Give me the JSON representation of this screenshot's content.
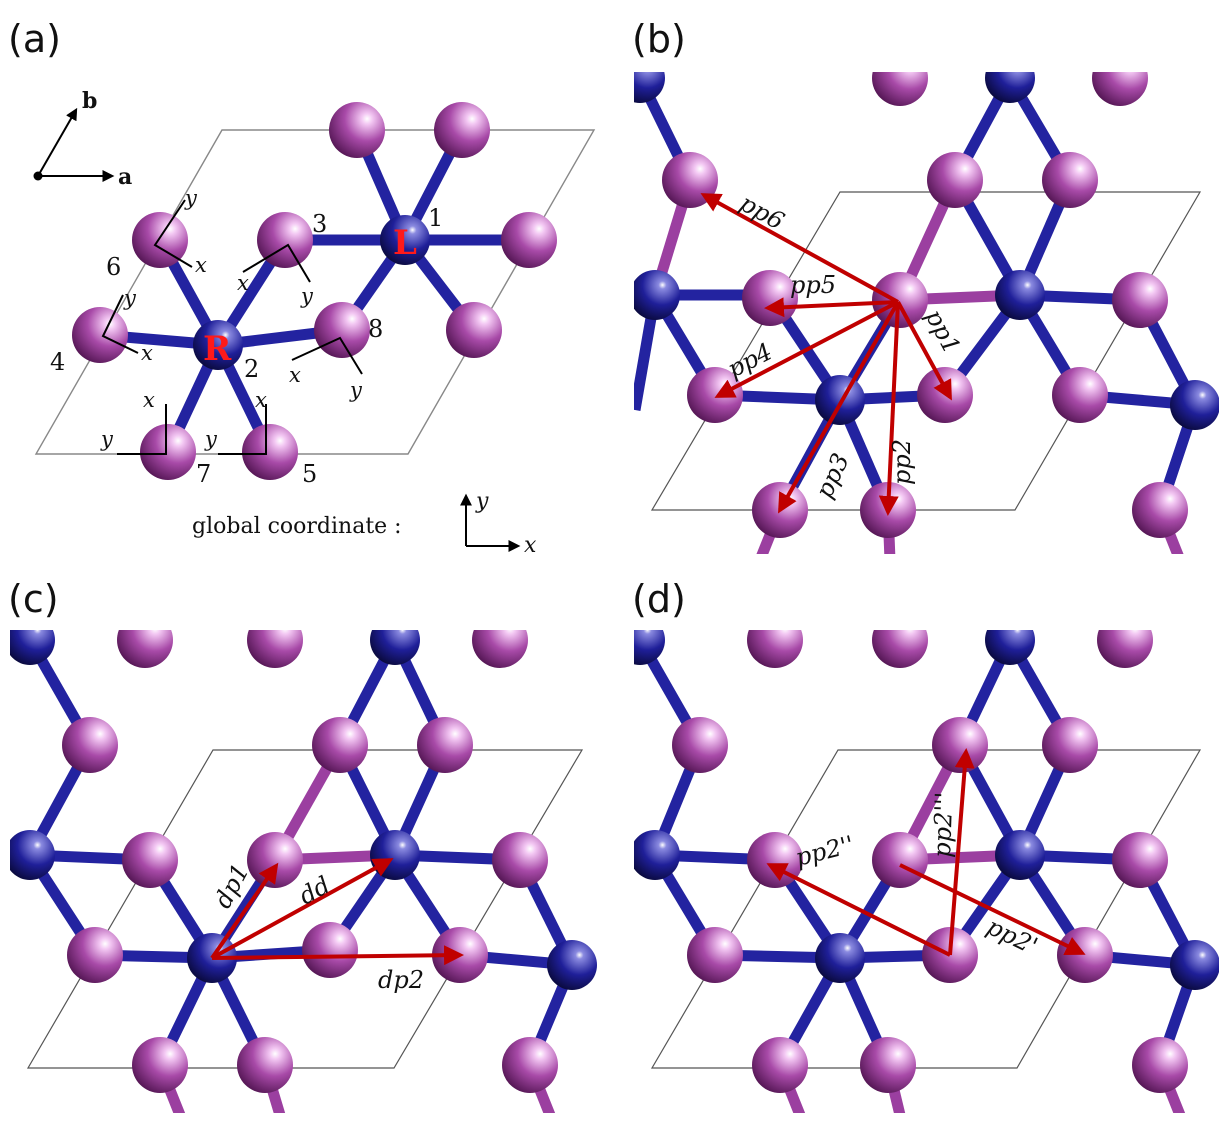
{
  "panels": {
    "a": {
      "label": "(a)",
      "lattice": {
        "a": "a",
        "b": "b"
      },
      "sites": {
        "L": "L",
        "R": "R"
      },
      "ligand_numbers": [
        "1",
        "2",
        "3",
        "4",
        "5",
        "6",
        "7",
        "8"
      ],
      "axis_x": "x",
      "axis_y": "y",
      "global_label": "global coordinate :",
      "global_x": "x",
      "global_y": "y"
    },
    "b": {
      "label": "(b)",
      "bonds": [
        "pp1",
        "pp2",
        "pp3",
        "pp4",
        "pp5",
        "pp6"
      ]
    },
    "c": {
      "label": "(c)",
      "bonds": [
        "dp1",
        "dd",
        "dp2"
      ]
    },
    "d": {
      "label": "(d)",
      "bonds": [
        "pp2'",
        "pp2''",
        "pp2'''"
      ]
    }
  },
  "colors": {
    "metal": "#1c1c8c",
    "ligand": "#9b3fa0",
    "arrow": "#c00000",
    "cell": "#888888",
    "site_label": "#ff1a1a"
  }
}
